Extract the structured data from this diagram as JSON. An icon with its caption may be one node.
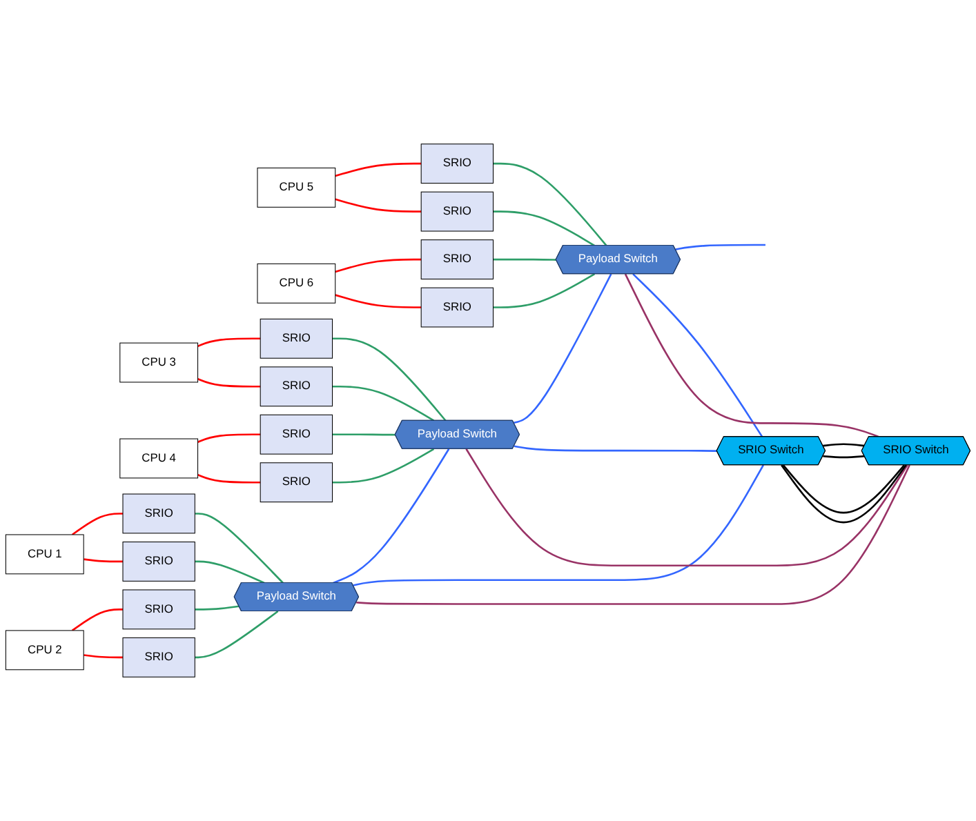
{
  "diagram": {
    "nodes": [
      {
        "text": [
          "CPU 1"
        ]
      },
      {
        "text": [
          "CPU 2"
        ]
      },
      {
        "text": [
          "CPU 3"
        ]
      },
      {
        "text": [
          "CPU 4"
        ]
      },
      {
        "text": [
          "CPU 5"
        ]
      },
      {
        "text": [
          "CPU 6"
        ]
      },
      {
        "text": [
          "SRIO"
        ]
      },
      {
        "text": [
          "SRIO"
        ]
      },
      {
        "text": [
          "SRIO"
        ]
      },
      {
        "text": [
          "SRIO"
        ]
      },
      {
        "text": [
          "SRIO"
        ]
      },
      {
        "text": [
          "SRIO"
        ]
      },
      {
        "text": [
          "SRIO"
        ]
      },
      {
        "text": [
          "SRIO"
        ]
      },
      {
        "text": [
          "SRIO"
        ]
      },
      {
        "text": [
          "SRIO"
        ]
      },
      {
        "text": [
          "SRIO"
        ]
      },
      {
        "text": [
          "SRIO"
        ]
      },
      {
        "text": [
          "Payload Switch"
        ]
      },
      {
        "text": [
          "Payload Switch"
        ]
      },
      {
        "text": [
          "Payload Switch"
        ]
      },
      {
        "text": [
          "SRIO Switch"
        ]
      },
      {
        "text": [
          "SRIO Switch"
        ]
      }
    ],
    "edges": [
      {
        "from": 0,
        "to": 6,
        "arrow": "none",
        "color": "#ff0000"
      },
      {
        "from": 0,
        "to": 7,
        "arrow": "none",
        "color": "#ff0000"
      },
      {
        "from": 1,
        "to": 8,
        "arrow": "none",
        "color": "#ff0000"
      },
      {
        "from": 1,
        "to": 9,
        "arrow": "none",
        "color": "#ff0000"
      },
      {
        "from": 2,
        "to": 10,
        "arrow": "none",
        "color": "#ff0000"
      },
      {
        "from": 2,
        "to": 11,
        "arrow": "none",
        "color": "#ff0000"
      },
      {
        "from": 3,
        "to": 12,
        "arrow": "none",
        "color": "#ff0000"
      },
      {
        "from": 3,
        "to": 13,
        "arrow": "none",
        "color": "#ff0000"
      },
      {
        "from": 4,
        "to": 14,
        "arrow": "none",
        "color": "#ff0000"
      },
      {
        "from": 4,
        "to": 15,
        "arrow": "none",
        "color": "#ff0000"
      },
      {
        "from": 5,
        "to": 16,
        "arrow": "none",
        "color": "#ff0000"
      },
      {
        "from": 5,
        "to": 17,
        "arrow": "none",
        "color": "#ff0000"
      },
      {
        "from": 6,
        "to": 18,
        "arrow": "none",
        "color": "#2e9e68"
      },
      {
        "from": 7,
        "to": 18,
        "arrow": "none",
        "color": "#2e9e68"
      },
      {
        "from": 8,
        "to": 18,
        "arrow": "none",
        "color": "#2e9e68"
      },
      {
        "from": 9,
        "to": 18,
        "arrow": "none",
        "color": "#2e9e68"
      },
      {
        "from": 10,
        "to": 19,
        "arrow": "none",
        "color": "#2e9e68"
      },
      {
        "from": 11,
        "to": 19,
        "arrow": "none",
        "color": "#2e9e68"
      },
      {
        "from": 12,
        "to": 19,
        "arrow": "none",
        "color": "#2e9e68"
      },
      {
        "from": 13,
        "to": 19,
        "arrow": "none",
        "color": "#2e9e68"
      },
      {
        "from": 14,
        "to": 20,
        "arrow": "none",
        "color": "#2e9e68"
      },
      {
        "from": 15,
        "to": 20,
        "arrow": "none",
        "color": "#2e9e68"
      },
      {
        "from": 16,
        "to": 20,
        "arrow": "none",
        "color": "#2e9e68"
      },
      {
        "from": 17,
        "to": 20,
        "arrow": "none",
        "color": "#2e9e68"
      },
      {
        "from": 18,
        "to": 19,
        "arrow": "none",
        "color": "#3366ff"
      },
      {
        "from": 19,
        "to": 20,
        "arrow": "none",
        "color": "#3366ff"
      },
      {
        "from": 20,
        "to": null,
        "arrow": "none",
        "color": "#3366ff"
      },
      {
        "from": 18,
        "to": 21,
        "arrow": "none",
        "color": "#3366ff"
      },
      {
        "from": 19,
        "to": 21,
        "arrow": "none",
        "color": "#3366ff"
      },
      {
        "from": 20,
        "to": 21,
        "arrow": "none",
        "color": "#3366ff"
      },
      {
        "from": 18,
        "to": 22,
        "arrow": "none",
        "color": "#993366"
      },
      {
        "from": 19,
        "to": 22,
        "arrow": "none",
        "color": "#993366"
      },
      {
        "from": 20,
        "to": 22,
        "arrow": "none",
        "color": "#993366"
      },
      {
        "from": 21,
        "to": 22,
        "arrow": "none",
        "color": "#000000"
      },
      {
        "from": 21,
        "to": 22,
        "arrow": "none",
        "color": "#000000"
      },
      {
        "from": 21,
        "to": 22,
        "arrow": "none",
        "color": "#000000"
      },
      {
        "from": 21,
        "to": 22,
        "arrow": "none",
        "color": "#000000"
      }
    ]
  }
}
